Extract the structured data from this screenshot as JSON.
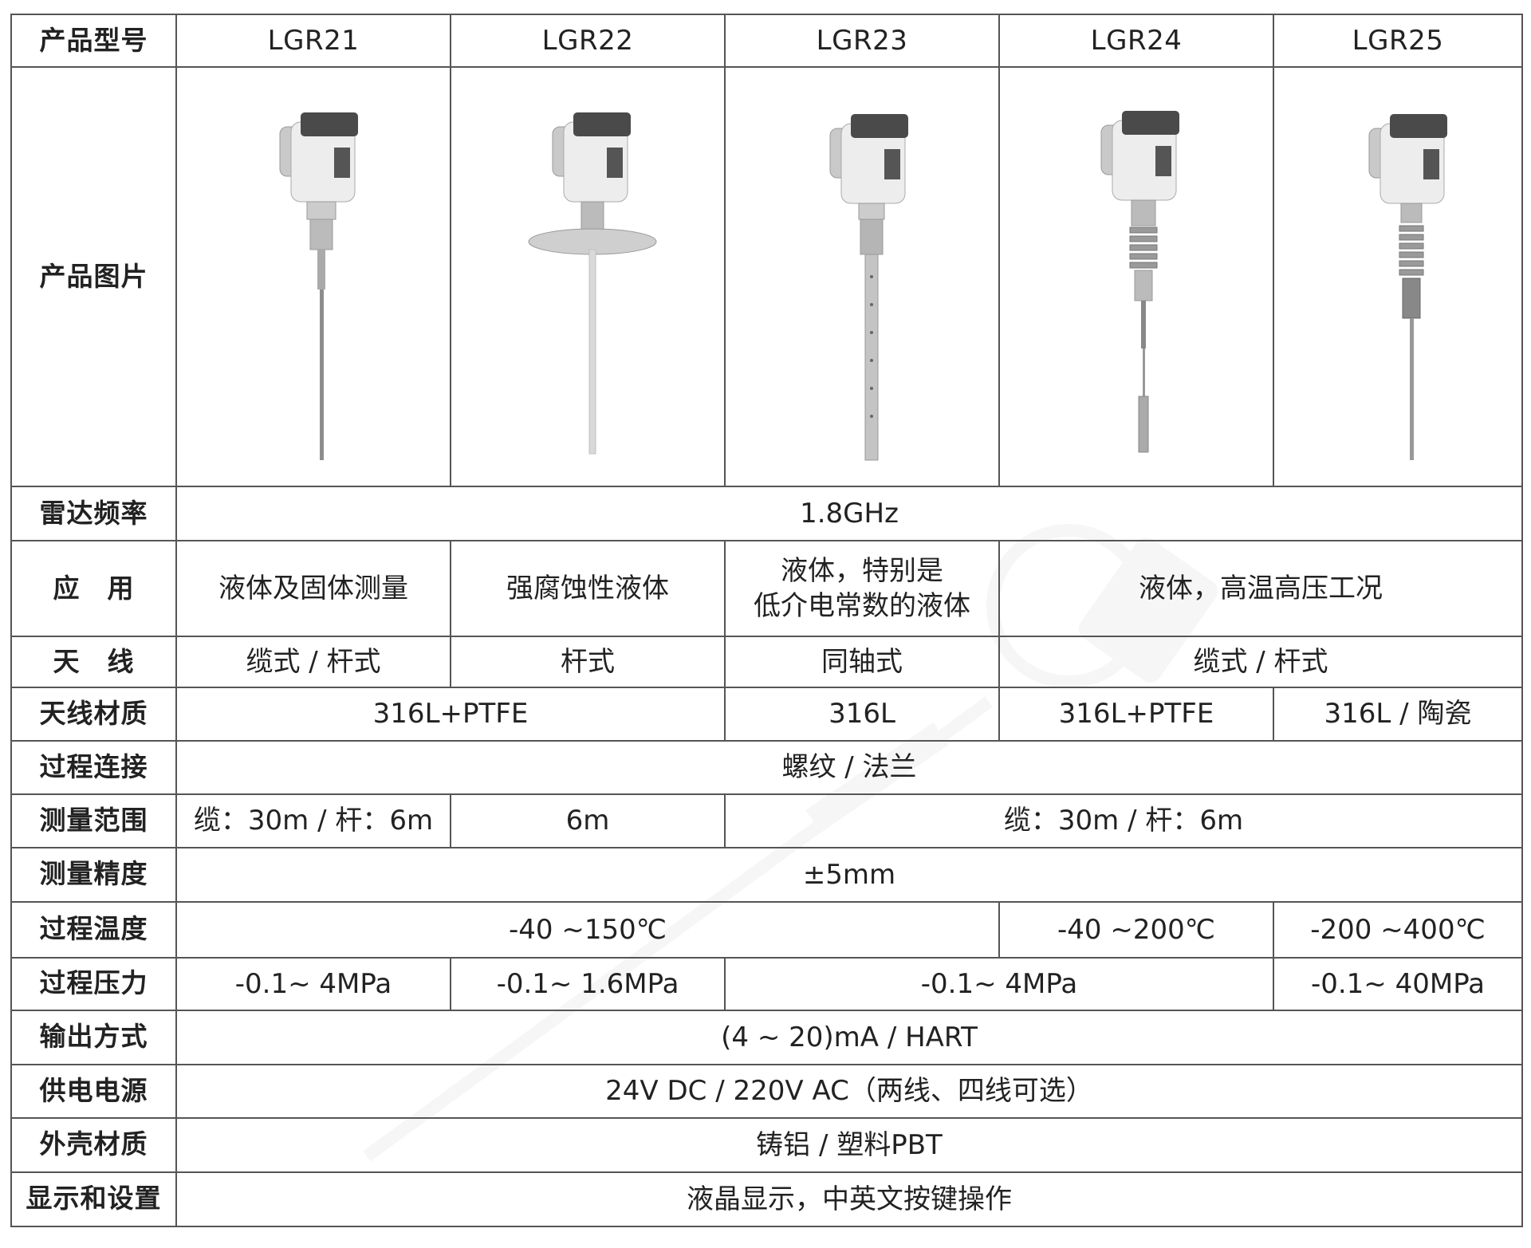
{
  "table": {
    "model_header": "产品型号",
    "models": [
      "LGR21",
      "LGR22",
      "LGR23",
      "LGR24",
      "LGR25"
    ],
    "picture_header": "产品图片",
    "rows": {
      "frequency": {
        "label": "雷达频率",
        "value": "1.8GHz"
      },
      "application": {
        "label": "应　用",
        "c1": "液体及固体测量",
        "c2": "强腐蚀性液体",
        "c3_line1": "液体，特别是",
        "c3_line2": "低介电常数的液体",
        "c45": "液体，高温高压工况"
      },
      "antenna": {
        "label": "天　线",
        "c1": "缆式 / 杆式",
        "c2": "杆式",
        "c3": "同轴式",
        "c45": "缆式 / 杆式"
      },
      "antenna_material": {
        "label": "天线材质",
        "c12": "316L+PTFE",
        "c3": "316L",
        "c4": "316L+PTFE",
        "c5": "316L / 陶瓷"
      },
      "process_connection": {
        "label": "过程连接",
        "value": "螺纹 / 法兰"
      },
      "range": {
        "label": "测量范围",
        "c1": "缆：30m / 杆：6m",
        "c2": "6m",
        "c345": "缆：30m / 杆：6m"
      },
      "accuracy": {
        "label": "测量精度",
        "value": "±5mm"
      },
      "temperature": {
        "label": "过程温度",
        "c123": "-40 ~150℃",
        "c4": "-40 ~200℃",
        "c5": "-200 ~400℃"
      },
      "pressure": {
        "label": "过程压力",
        "c1": "-0.1~ 4MPa",
        "c2": "-0.1~ 1.6MPa",
        "c34": "-0.1~ 4MPa",
        "c5": "-0.1~ 40MPa"
      },
      "output": {
        "label": "输出方式",
        "value": "(4 ~ 20)mA / HART"
      },
      "power": {
        "label": "供电电源",
        "value": "24V DC / 220V AC（两线、四线可选）"
      },
      "housing": {
        "label": "外壳材质",
        "value": "铸铝 / 塑料PBT"
      },
      "display": {
        "label": "显示和设置",
        "value": "液晶显示，中英文按键操作"
      }
    }
  },
  "colors": {
    "border": "#555555",
    "text": "#222222",
    "housing": "#e9e9e9",
    "cap": "#4a4a4a",
    "probe": "#a9a9a9"
  }
}
